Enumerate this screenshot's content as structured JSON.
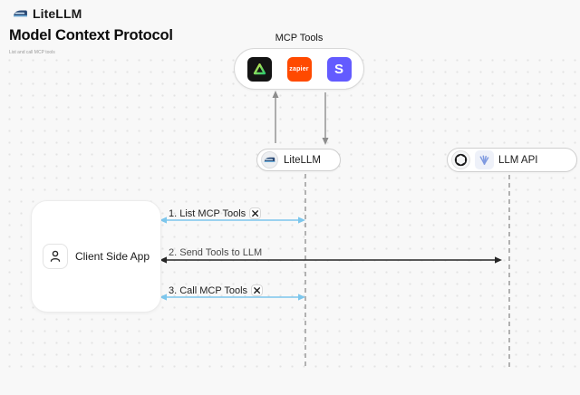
{
  "header": {
    "brand": "LiteLLM",
    "title": "Model Context Protocol",
    "subtitle": "List and call MCP tools"
  },
  "mcp": {
    "label": "MCP Tools",
    "items": [
      {
        "name": "triangle-tool-icon",
        "text": "",
        "bg": "#141414",
        "accent": "#35d073"
      },
      {
        "name": "zapier-icon",
        "text": "zapier",
        "bg": "#ff4a00"
      },
      {
        "name": "stripe-icon",
        "text": "S",
        "bg": "#635bff"
      }
    ]
  },
  "nodes": {
    "litellm": {
      "label": "LiteLLM"
    },
    "llm_api": {
      "label": "LLM API"
    },
    "client": {
      "label": "Client Side App"
    }
  },
  "sequence": {
    "steps": [
      {
        "label": "1. List MCP Tools",
        "has_tools_icon": true,
        "arrow_color": "#7cc6ec"
      },
      {
        "label": "2. Send Tools to LLM",
        "has_tools_icon": false,
        "arrow_color": "#262626"
      },
      {
        "label": "3. Call MCP Tools",
        "has_tools_icon": true,
        "arrow_color": "#7cc6ec"
      }
    ]
  },
  "icons": {
    "train-icon": "LiteLLM blue train logo",
    "person-icon": "client user outline",
    "openai-icon": "OpenAI hexagonal knot",
    "llm-provider-icon": "blue fanned-lines provider mark",
    "hammer-wrench-icon": "crossed tools badge",
    "triangle-tool-icon": "green gradient triangle on black",
    "zapier-icon": "zapier wordmark on orange",
    "stripe-icon": "S on purple"
  },
  "colors": {
    "background": "#f8f8f8",
    "dot_grid": "#e3e3e3",
    "blue_arrow": "#7cc6ec",
    "black_arrow": "#262626",
    "lifeline": "#a0a0a0",
    "zapier_orange": "#ff4a00",
    "stripe_purple": "#635bff"
  }
}
